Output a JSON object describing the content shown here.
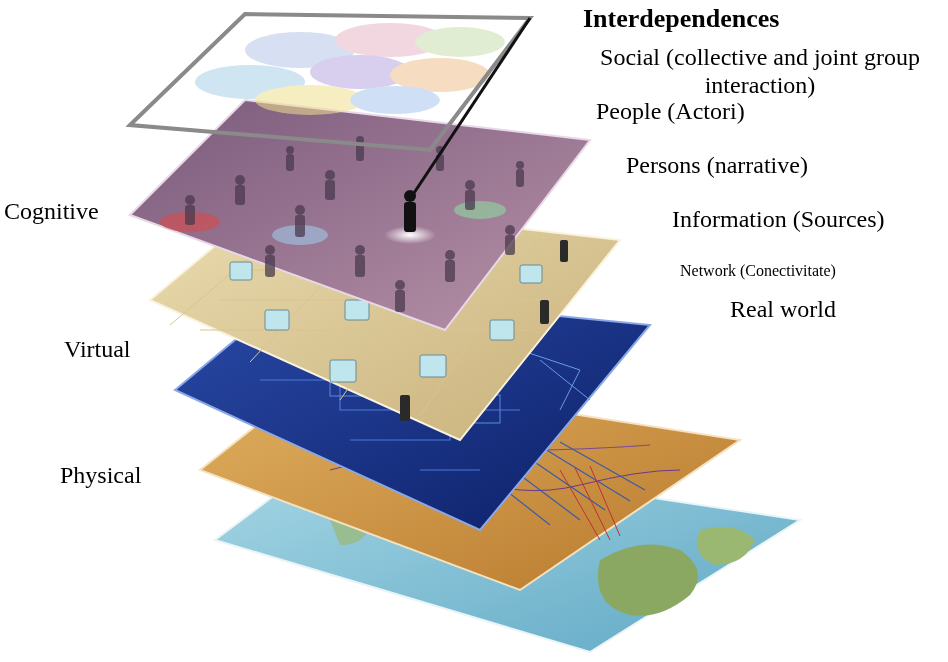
{
  "diagram": {
    "title": "Interdependences",
    "labels": [
      "Social (collective and joint group interaction)",
      "People (Actori)",
      "Cognitive",
      "Persons (narrative)",
      "Information (Sources)",
      "Virtual",
      "Network (Conectivitate)",
      "Real world",
      "Physical"
    ]
  }
}
